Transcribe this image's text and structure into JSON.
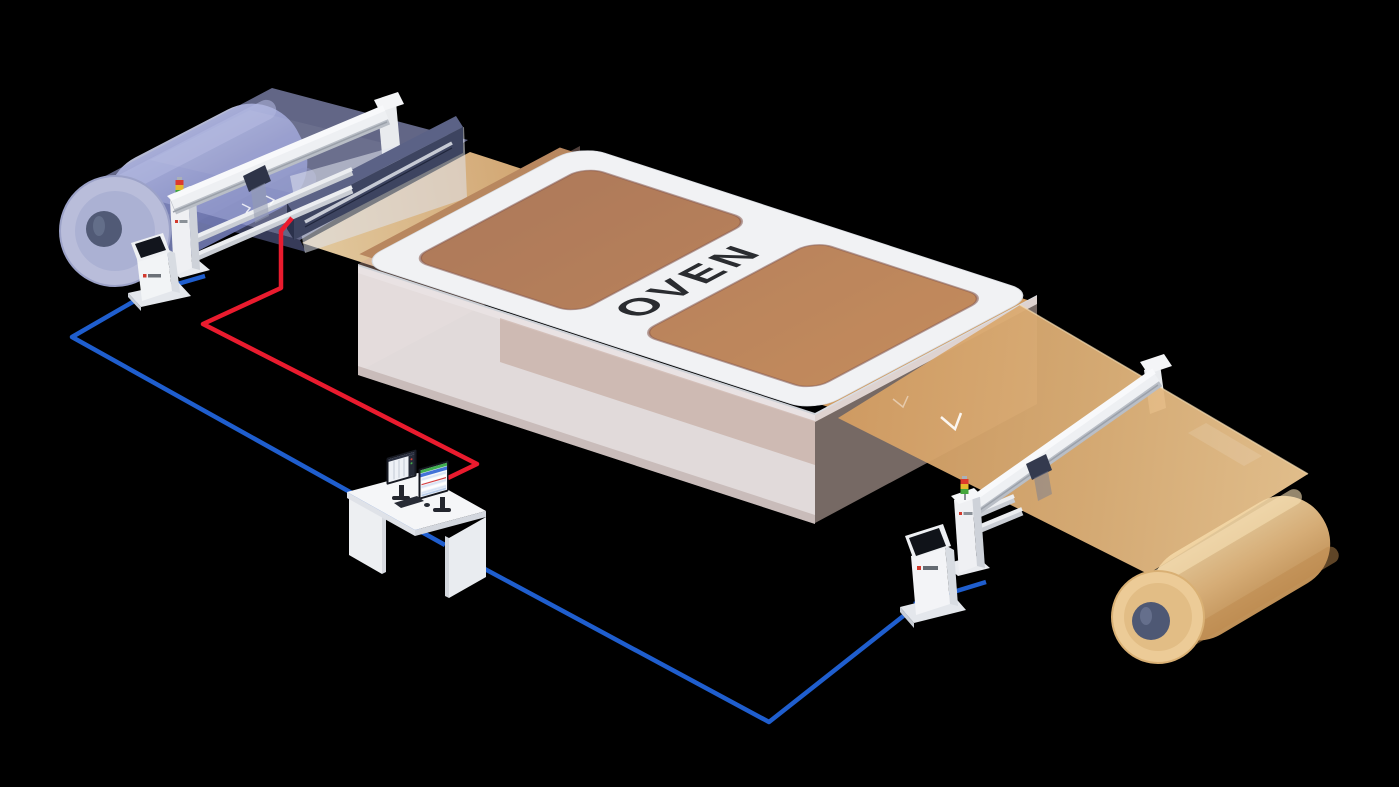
{
  "scene": {
    "background": "#000000",
    "oven_label": "OVEN",
    "colors": {
      "uncoated_film_blue": "#9aa1d4",
      "coated_film_orange": "#dcaa72",
      "machine_frame_white": "#f1f2f4",
      "coater_die_navy": "#3d4460",
      "oven_body_rose": "#eae3e3",
      "cable_blue": "#1f5ece",
      "cable_red": "#ea1b2e",
      "tower_light_red": "#dd3a2c",
      "tower_light_yellow": "#e5b92c",
      "tower_light_green": "#44a63c",
      "roll_core_slate": "#4e5874",
      "desk_white": "#f5f6f8",
      "monitor_bezel": "#171a23"
    },
    "components": [
      {
        "id": "unwind-film-roll",
        "desc": "translucent blue film roll"
      },
      {
        "id": "web-scanner-left",
        "desc": "white gantry scanner with signal tower"
      },
      {
        "id": "coating-die",
        "desc": "dark slot die bar over film"
      },
      {
        "id": "oven",
        "desc": "drying oven with two viewing windows"
      },
      {
        "id": "web-scanner-right",
        "desc": "white gantry scanner with signal tower"
      },
      {
        "id": "rewind-film-roll",
        "desc": "translucent amber film roll"
      },
      {
        "id": "operator-terminal-left",
        "desc": "floor HMI kiosk"
      },
      {
        "id": "operator-terminal-right",
        "desc": "floor HMI kiosk"
      },
      {
        "id": "control-desk",
        "desc": "control desk with two monitors"
      }
    ]
  }
}
